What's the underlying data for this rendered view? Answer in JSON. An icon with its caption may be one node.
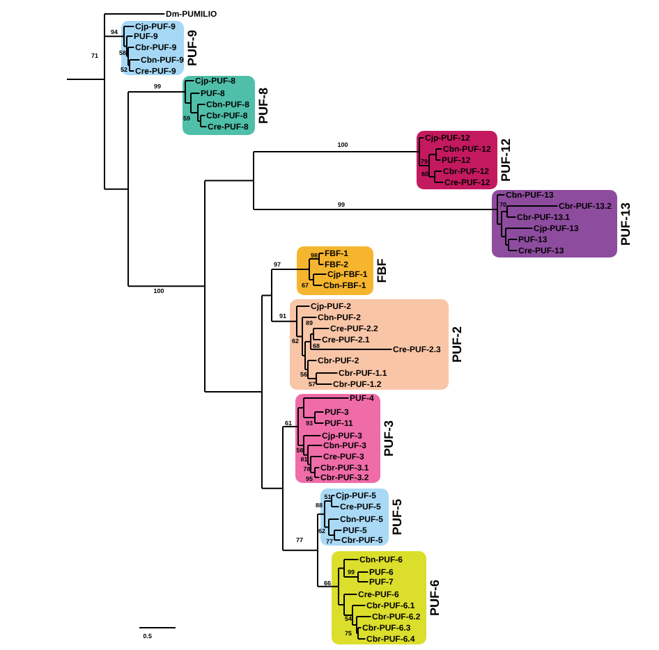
{
  "diagram": {
    "nodes": [
      {
        "text": [
          "Dm-PUMILIO"
        ]
      },
      {
        "text": [
          "PUF-9"
        ]
      },
      {
        "text": [
          "Cjp-PUF-9"
        ],
        "in": 1
      },
      {
        "text": [
          "PUF-9"
        ],
        "in": 1
      },
      {
        "text": [
          "Cbr-PUF-9"
        ],
        "in": 1
      },
      {
        "text": [
          "Cbn-PUF-9"
        ],
        "in": 1
      },
      {
        "text": [
          "Cre-PUF-9"
        ],
        "in": 1
      },
      {
        "text": [
          "PUF-8"
        ]
      },
      {
        "text": [
          "Cjp-PUF-8"
        ],
        "in": 7
      },
      {
        "text": [
          "PUF-8"
        ],
        "in": 7
      },
      {
        "text": [
          "Cbn-PUF-8"
        ],
        "in": 7
      },
      {
        "text": [
          "Cbr-PUF-8"
        ],
        "in": 7
      },
      {
        "text": [
          "Cre-PUF-8"
        ],
        "in": 7
      },
      {
        "text": [
          "PUF-12"
        ]
      },
      {
        "text": [
          "Cjp-PUF-12"
        ],
        "in": 13
      },
      {
        "text": [
          "Cbn-PUF-12"
        ],
        "in": 13
      },
      {
        "text": [
          "PUF-12"
        ],
        "in": 13
      },
      {
        "text": [
          "Cbr-PUF-12"
        ],
        "in": 13
      },
      {
        "text": [
          "Cre-PUF-12"
        ],
        "in": 13
      },
      {
        "text": [
          "PUF-13"
        ]
      },
      {
        "text": [
          "Cbn-PUF-13"
        ],
        "in": 19
      },
      {
        "text": [
          "Cbr-PUF-13.2"
        ],
        "in": 19
      },
      {
        "text": [
          "Cbr-PUF-13.1"
        ],
        "in": 19
      },
      {
        "text": [
          "Cjp-PUF-13"
        ],
        "in": 19
      },
      {
        "text": [
          "PUF-13"
        ],
        "in": 19
      },
      {
        "text": [
          "Cre-PUF-13"
        ],
        "in": 19
      },
      {
        "text": [
          "FBF"
        ]
      },
      {
        "text": [
          "FBF-1"
        ],
        "in": 26
      },
      {
        "text": [
          "FBF-2"
        ],
        "in": 26
      },
      {
        "text": [
          "Cjp-FBF-1"
        ],
        "in": 26
      },
      {
        "text": [
          "Cbn-FBF-1"
        ],
        "in": 26
      },
      {
        "text": [
          "PUF-2"
        ]
      },
      {
        "text": [
          "Cjp-PUF-2"
        ],
        "in": 31
      },
      {
        "text": [
          "Cbn-PUF-2"
        ],
        "in": 31
      },
      {
        "text": [
          "Cre-PUF-2.2"
        ],
        "in": 31
      },
      {
        "text": [
          "Cre-PUF-2.1"
        ],
        "in": 31
      },
      {
        "text": [
          "Cre-PUF-2.3"
        ],
        "in": 31
      },
      {
        "text": [
          "Cbr-PUF-2"
        ],
        "in": 31
      },
      {
        "text": [
          "Cbr-PUF-1.1"
        ],
        "in": 31
      },
      {
        "text": [
          "Cbr-PUF-1.2"
        ],
        "in": 31
      },
      {
        "text": [
          "PUF-3"
        ]
      },
      {
        "text": [
          "PUF-4"
        ],
        "in": 40
      },
      {
        "text": [
          "PUF-3"
        ],
        "in": 40
      },
      {
        "text": [
          "PUF-11"
        ],
        "in": 40
      },
      {
        "text": [
          "Cjp-PUF-3"
        ],
        "in": 40
      },
      {
        "text": [
          "Cbn-PUF-3"
        ],
        "in": 40
      },
      {
        "text": [
          "Cre-PUF-3"
        ],
        "in": 40
      },
      {
        "text": [
          "Cbr-PUF-3.1"
        ],
        "in": 40
      },
      {
        "text": [
          "Cbr-PUF-3.2"
        ],
        "in": 40
      },
      {
        "text": [
          "PUF-5"
        ]
      },
      {
        "text": [
          "Cjp-PUF-5"
        ],
        "in": 49
      },
      {
        "text": [
          "Cre-PUF-5"
        ],
        "in": 49
      },
      {
        "text": [
          "Cbn-PUF-5"
        ],
        "in": 49
      },
      {
        "text": [
          "PUF-5"
        ],
        "in": 49
      },
      {
        "text": [
          "Cbr-PUF-5"
        ],
        "in": 49
      },
      {
        "text": [
          "PUF-6"
        ]
      },
      {
        "text": [
          "Cbn-PUF-6"
        ],
        "in": 55
      },
      {
        "text": [
          "PUF-6"
        ],
        "in": 55
      },
      {
        "text": [
          "PUF-7"
        ],
        "in": 55
      },
      {
        "text": [
          "Cre-PUF-6"
        ],
        "in": 55
      },
      {
        "text": [
          "Cbr-PUF-6.1"
        ],
        "in": 55
      },
      {
        "text": [
          "Cbr-PUF-6.2"
        ],
        "in": 55
      },
      {
        "text": [
          "Cbr-PUF-6.3"
        ],
        "in": 55
      },
      {
        "text": [
          "Cbr-PUF-6.4"
        ],
        "in": 55
      }
    ],
    "labels": [
      "94",
      "58",
      "71",
      "52",
      "99",
      "59",
      "100",
      "79",
      "60",
      "99",
      "70",
      "98",
      "97",
      "67",
      "100",
      "91",
      "89",
      "62",
      "68",
      "56",
      "57",
      "61",
      "93",
      "56",
      "81",
      "78",
      "95",
      "51",
      "88",
      "62",
      "77",
      "77",
      "99",
      "66",
      "54",
      "75",
      "0.5"
    ]
  }
}
